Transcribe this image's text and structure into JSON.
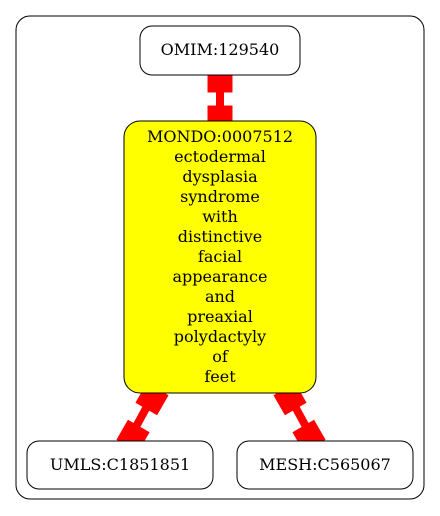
{
  "colors": {
    "background": "#ffffff",
    "border": "#000000",
    "central_fill": "#ffff00",
    "node_fill": "#ffffff",
    "edge": "#ff0000"
  },
  "nodes": {
    "omim": {
      "label": "OMIM:129540"
    },
    "mondo": {
      "lines": [
        "MONDO:0007512",
        "ectodermal",
        "dysplasia",
        "syndrome",
        "with",
        "distinctive",
        "facial",
        "appearance",
        "and",
        "preaxial",
        "polydactyly",
        "of",
        "feet"
      ]
    },
    "umls": {
      "label": "UMLS:C1851851"
    },
    "mesh": {
      "label": "MESH:C565067"
    }
  },
  "edges": [
    {
      "from": "omim",
      "to": "mondo"
    },
    {
      "from": "mondo",
      "to": "umls"
    },
    {
      "from": "mondo",
      "to": "mesh"
    }
  ]
}
